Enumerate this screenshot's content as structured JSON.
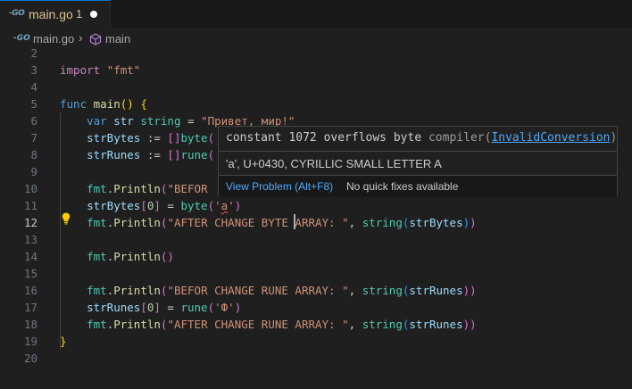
{
  "tab": {
    "title": "main.go",
    "problem_count": "1"
  },
  "breadcrumb": {
    "file": "main.go",
    "symbol": "main"
  },
  "lines": [
    {
      "num": "2",
      "tokens": []
    },
    {
      "num": "3",
      "tokens": [
        {
          "t": "import ",
          "c": "ctl"
        },
        {
          "t": "\"fmt\"",
          "c": "str"
        }
      ]
    },
    {
      "num": "4",
      "tokens": []
    },
    {
      "num": "5",
      "tokens": [
        {
          "t": "func ",
          "c": "kw"
        },
        {
          "t": "main",
          "c": "fn"
        },
        {
          "t": "() ",
          "c": "br1"
        },
        {
          "t": "{",
          "c": "br1"
        }
      ]
    },
    {
      "num": "6",
      "tokens": [
        {
          "t": "    var ",
          "c": "kw"
        },
        {
          "t": "str ",
          "c": "var"
        },
        {
          "t": "string",
          "c": "typ"
        },
        {
          "t": " = ",
          "c": "pun"
        },
        {
          "t": "\"Привет, мир!\"",
          "c": "str"
        }
      ]
    },
    {
      "num": "7",
      "tokens": [
        {
          "t": "    strBytes",
          "c": "var"
        },
        {
          "t": " := ",
          "c": "pun"
        },
        {
          "t": "[]",
          "c": "br2"
        },
        {
          "t": "byte",
          "c": "typ"
        },
        {
          "t": "(",
          "c": "br2"
        }
      ]
    },
    {
      "num": "8",
      "tokens": [
        {
          "t": "    strRunes",
          "c": "var"
        },
        {
          "t": " := ",
          "c": "pun"
        },
        {
          "t": "[]",
          "c": "br2"
        },
        {
          "t": "rune",
          "c": "typ"
        },
        {
          "t": "(",
          "c": "br2"
        }
      ]
    },
    {
      "num": "9",
      "tokens": []
    },
    {
      "num": "10",
      "tokens": [
        {
          "t": "    fmt",
          "c": "typ"
        },
        {
          "t": ".",
          "c": "pun"
        },
        {
          "t": "Println",
          "c": "fn"
        },
        {
          "t": "(",
          "c": "br2"
        },
        {
          "t": "\"BEFOR",
          "c": "str"
        }
      ]
    },
    {
      "num": "11",
      "tokens": [
        {
          "t": "    strBytes",
          "c": "var"
        },
        {
          "t": "[",
          "c": "br2"
        },
        {
          "t": "0",
          "c": "num"
        },
        {
          "t": "]",
          "c": "br2"
        },
        {
          "t": " = ",
          "c": "pun"
        },
        {
          "t": "byte",
          "c": "typ"
        },
        {
          "t": "(",
          "c": "br2"
        },
        {
          "t": "'",
          "c": "str"
        },
        {
          "t": "а",
          "c": "str sq"
        },
        {
          "t": "'",
          "c": "str"
        },
        {
          "t": ")",
          "c": "br2"
        }
      ]
    },
    {
      "num": "12",
      "tokens": [
        {
          "t": "    fmt",
          "c": "typ"
        },
        {
          "t": ".",
          "c": "pun"
        },
        {
          "t": "Println",
          "c": "fn"
        },
        {
          "t": "(",
          "c": "br2"
        },
        {
          "t": "\"AFTER CHANGE BYTE ARRAY: \"",
          "c": "str"
        },
        {
          "t": ", ",
          "c": "pun"
        },
        {
          "t": "string",
          "c": "typ"
        },
        {
          "t": "(",
          "c": "br3"
        },
        {
          "t": "strBytes",
          "c": "var"
        },
        {
          "t": ")",
          "c": "br3"
        },
        {
          "t": ")",
          "c": "br2"
        }
      ],
      "active": true
    },
    {
      "num": "13",
      "tokens": []
    },
    {
      "num": "14",
      "tokens": [
        {
          "t": "    fmt",
          "c": "typ"
        },
        {
          "t": ".",
          "c": "pun"
        },
        {
          "t": "Println",
          "c": "fn"
        },
        {
          "t": "()",
          "c": "br2"
        }
      ]
    },
    {
      "num": "15",
      "tokens": []
    },
    {
      "num": "16",
      "tokens": [
        {
          "t": "    fmt",
          "c": "typ"
        },
        {
          "t": ".",
          "c": "pun"
        },
        {
          "t": "Println",
          "c": "fn"
        },
        {
          "t": "(",
          "c": "br2"
        },
        {
          "t": "\"BEFOR CHANGE RUNE ARRAY: \"",
          "c": "str"
        },
        {
          "t": ", ",
          "c": "pun"
        },
        {
          "t": "string",
          "c": "typ"
        },
        {
          "t": "(",
          "c": "br3"
        },
        {
          "t": "strRunes",
          "c": "var"
        },
        {
          "t": "))",
          "c": "br2"
        }
      ]
    },
    {
      "num": "17",
      "tokens": [
        {
          "t": "    strRunes",
          "c": "var"
        },
        {
          "t": "[",
          "c": "br2"
        },
        {
          "t": "0",
          "c": "num"
        },
        {
          "t": "]",
          "c": "br2"
        },
        {
          "t": " = ",
          "c": "pun"
        },
        {
          "t": "rune",
          "c": "typ"
        },
        {
          "t": "(",
          "c": "br2"
        },
        {
          "t": "'Ф'",
          "c": "str"
        },
        {
          "t": ")",
          "c": "br2"
        }
      ]
    },
    {
      "num": "18",
      "tokens": [
        {
          "t": "    fmt",
          "c": "typ"
        },
        {
          "t": ".",
          "c": "pun"
        },
        {
          "t": "Println",
          "c": "fn"
        },
        {
          "t": "(",
          "c": "br2"
        },
        {
          "t": "\"AFTER CHANGE RUNE ARRAY: \"",
          "c": "str"
        },
        {
          "t": ", ",
          "c": "pun"
        },
        {
          "t": "string",
          "c": "typ"
        },
        {
          "t": "(",
          "c": "br3"
        },
        {
          "t": "strRunes",
          "c": "var"
        },
        {
          "t": "))",
          "c": "br2"
        }
      ]
    },
    {
      "num": "19",
      "tokens": [
        {
          "t": "}",
          "c": "br1"
        }
      ]
    },
    {
      "num": "20",
      "tokens": []
    }
  ],
  "hover": {
    "signature_prefix": "constant 1072 overflows byte ",
    "source": "compiler(",
    "code_link": "InvalidConversion",
    "source_close": ")",
    "char_info": "'а', U+0430, CYRILLIC SMALL LETTER A",
    "view_problem": "View Problem (Alt+F8)",
    "no_fixes": "No quick fixes available"
  }
}
